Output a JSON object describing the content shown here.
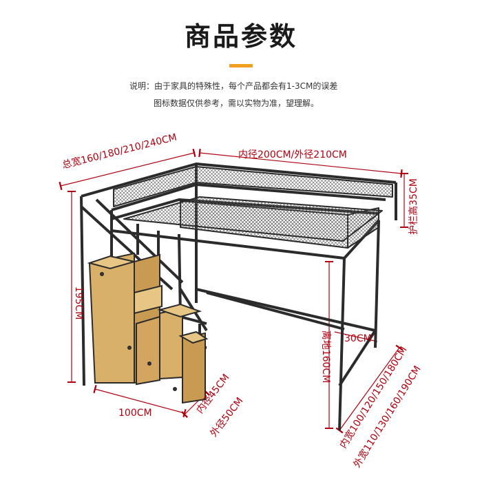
{
  "header": {
    "title": "商品参数",
    "note_line1": "说明：由于家具的特殊性，每个产品都会有1-3CM的误差",
    "note_line2": "图标数据仅供参考，需以实物为准，望理解。"
  },
  "dimensions": {
    "inner_length": "内径200CM/外径210CM",
    "total_width": "总宽160/180/210/240CM",
    "rail_height": "护栏高35CM",
    "total_height": "195CM",
    "clearance": "离地160CM",
    "gap": "30CM",
    "stair_width": "100CM",
    "stair_inner": "内径45CM",
    "stair_outer": "外径50CM",
    "inner_width": "内宽100/120/150/180CM",
    "outer_width": "外宽110/130/160/190CM"
  },
  "colors": {
    "accent": "#f0a020",
    "dimension": "#b00010",
    "frame": "#2b2b2b",
    "wood": "#d9b06a"
  }
}
